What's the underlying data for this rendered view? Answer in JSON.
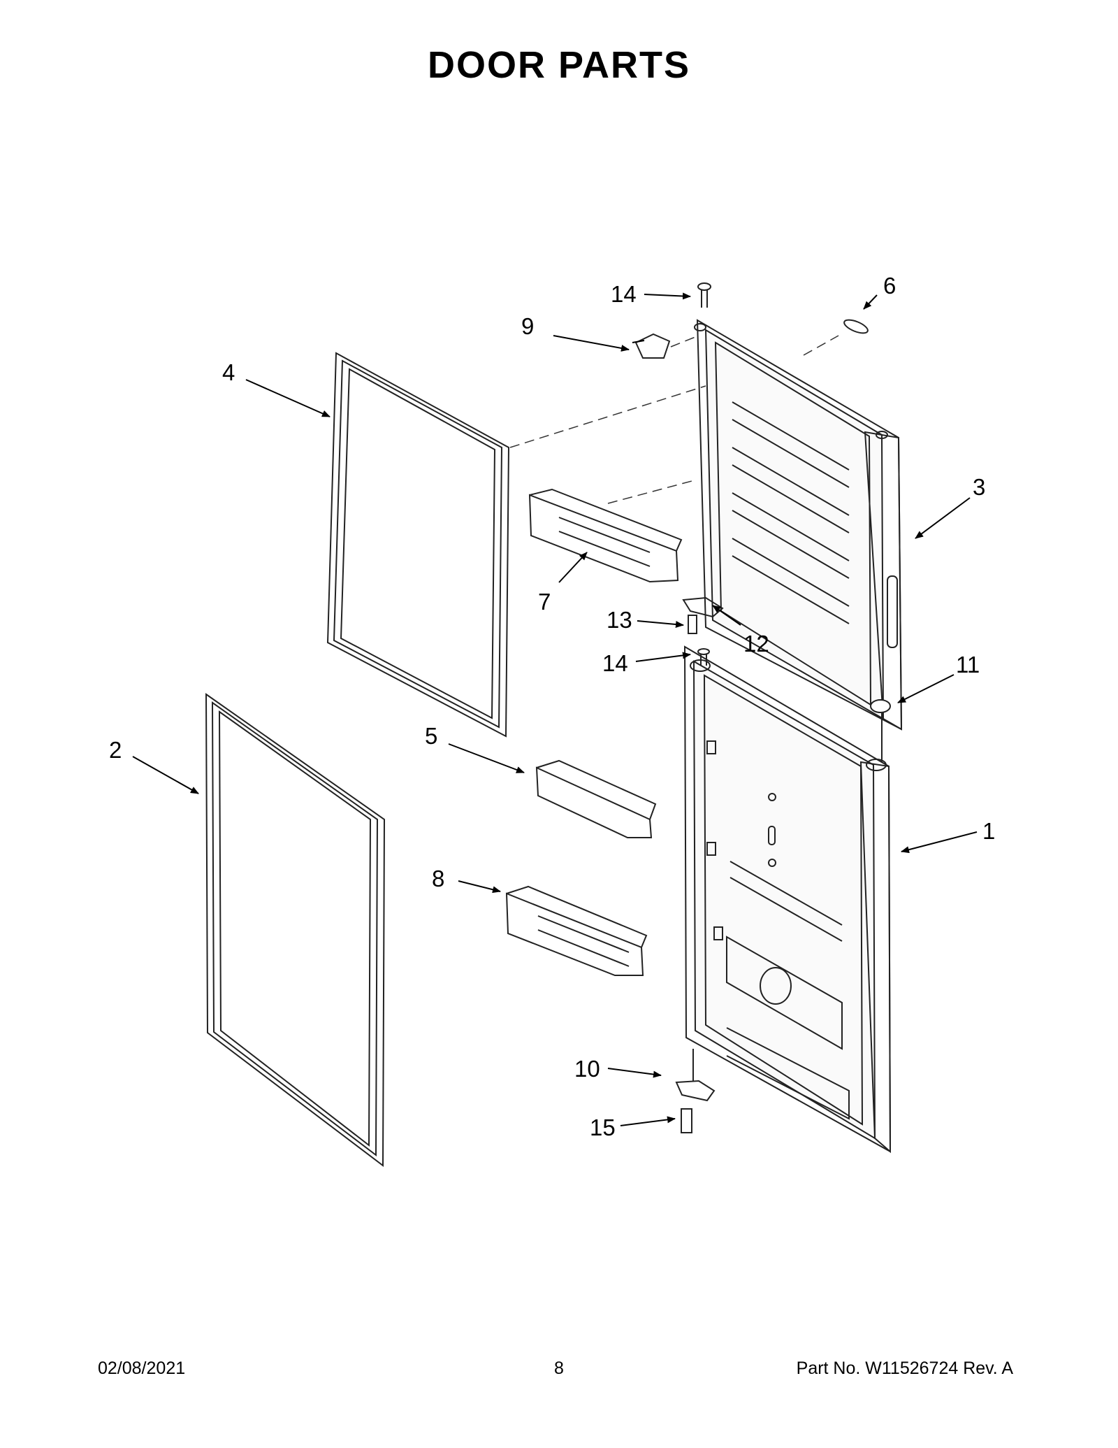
{
  "title": "DOOR PARTS",
  "callouts": [
    {
      "label": "1"
    },
    {
      "label": "2"
    },
    {
      "label": "3"
    },
    {
      "label": "4"
    },
    {
      "label": "5"
    },
    {
      "label": "6"
    },
    {
      "label": "7"
    },
    {
      "label": "8"
    },
    {
      "label": "9"
    },
    {
      "label": "10"
    },
    {
      "label": "11"
    },
    {
      "label": "12"
    },
    {
      "label": "13"
    },
    {
      "label": "14"
    },
    {
      "label": "14"
    },
    {
      "label": "15"
    }
  ],
  "footer": {
    "date": "02/08/2021",
    "page": "8",
    "part_number": "Part No.  W11526724  Rev.  A"
  }
}
